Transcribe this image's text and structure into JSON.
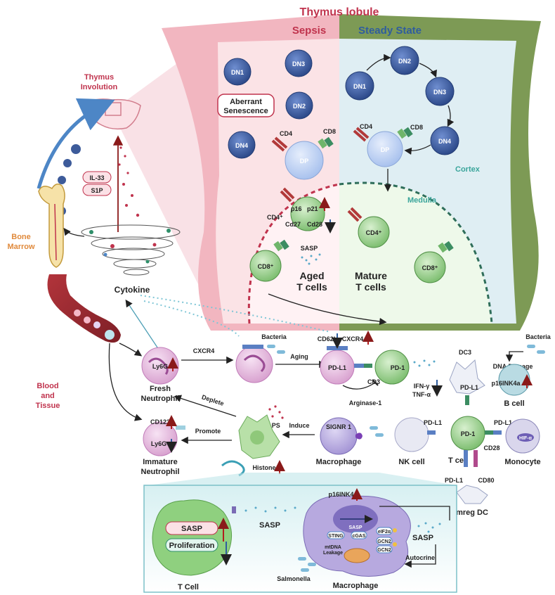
{
  "thymus": {
    "title": "Thymus lobule",
    "sepsis": "Sepsis",
    "steady": "Steady State",
    "cortex": "Cortex",
    "medulla": "Medulla",
    "aberrant_line1": "Aberrant",
    "aberrant_line2": "Senescence",
    "dn1": "DN1",
    "dn2": "DN2",
    "dn3": "DN3",
    "dn4": "DN4",
    "dp": "DP",
    "cd4": "CD4",
    "cd8": "CD8",
    "cd4_plus": "CD4⁺",
    "cd8_plus": "CD8⁺",
    "p16": "p16",
    "p21": "p21",
    "cd27": "Cd27",
    "cd28": "Cd28",
    "sasp": "SASP",
    "aged_line1": "Aged",
    "aged_line2": "T cells",
    "mature_line1": "Mature",
    "mature_line2": "T cells"
  },
  "left": {
    "involution_line1": "Thymus",
    "involution_line2": "Involution",
    "il33": "IL-33",
    "s1p": "S1P",
    "bone_line1": "Bone",
    "bone_line2": "Marrow",
    "cytokine": "Cytokine",
    "blood_line1": "Blood",
    "blood_line2": "and",
    "blood_line3": "Tissue"
  },
  "middle": {
    "ly6g": "Ly6G",
    "fresh_line1": "Fresh",
    "fresh_line2": "Neutrophil",
    "cxcr4": "CXCR4",
    "bacteria": "Bacteria",
    "aging": "Aging",
    "cd62l": "CD62L",
    "pdl1": "PD-L1",
    "pd1": "PD-1",
    "cd3": "CD3",
    "ifn": "IFN-γ",
    "tnf": "TNF-α",
    "arginase": "Arginase-1",
    "lps": "LPS",
    "deplete": "Deplete",
    "promote": "Promote",
    "induce": "Induce",
    "cd123": "CD123",
    "immature_line1": "Immature",
    "immature_line2": "Neutrophil",
    "histone": "Histone",
    "signr1": "SIGNR 1",
    "macrophage": "Macrophage",
    "nk": "NK cell",
    "dc3": "DC3",
    "tcell": "T cell",
    "cd28": "CD28",
    "cd80": "CD80",
    "mreg": "mreg DC",
    "monocyte": "Monocyte",
    "hif": "HIF-α",
    "dna_damage": "DNA Damage",
    "p16ink": "p16INK4a",
    "bcell": "B cell"
  },
  "inset": {
    "sasp": "SASP",
    "proliferation": "Proliferation",
    "tcell": "T Cell",
    "p16": "p16INK4a",
    "sasp_small": "SASP",
    "sting": "STING",
    "cgas": "cGAS",
    "mtdna": "mtDNA",
    "leakage": "Leakage",
    "eif2a": "eIF2α",
    "gcn2a": "GCN2",
    "gcn2b": "GCN2",
    "autocrine": "Autocrine",
    "salmonella": "Salmonella",
    "macrophage": "Macrophage"
  },
  "colors": {
    "sepsis_red": "#c0334d",
    "steady_blue": "#2f5d9e",
    "green_frame": "#6f8f4a",
    "pink_frame": "#e9a4ae",
    "cell_blue": "#3d5b9a",
    "neutrophil": "#e0a8d8",
    "macrophage": "#b7a9df",
    "tcell": "#8fcf7f",
    "accent_orange": "#e08a3c"
  }
}
